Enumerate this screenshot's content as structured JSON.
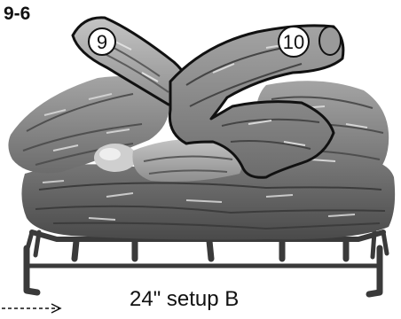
{
  "figure_label": "9-6",
  "caption": "24\" setup B",
  "callouts": [
    {
      "label": "9"
    },
    {
      "label": "10"
    }
  ],
  "colors": {
    "background": "#ffffff",
    "log_dark": "#5a5a5a",
    "log_mid": "#8a8a8a",
    "log_light": "#b8b8b8",
    "outline": "#111111",
    "grate": "#3a3a3a"
  }
}
